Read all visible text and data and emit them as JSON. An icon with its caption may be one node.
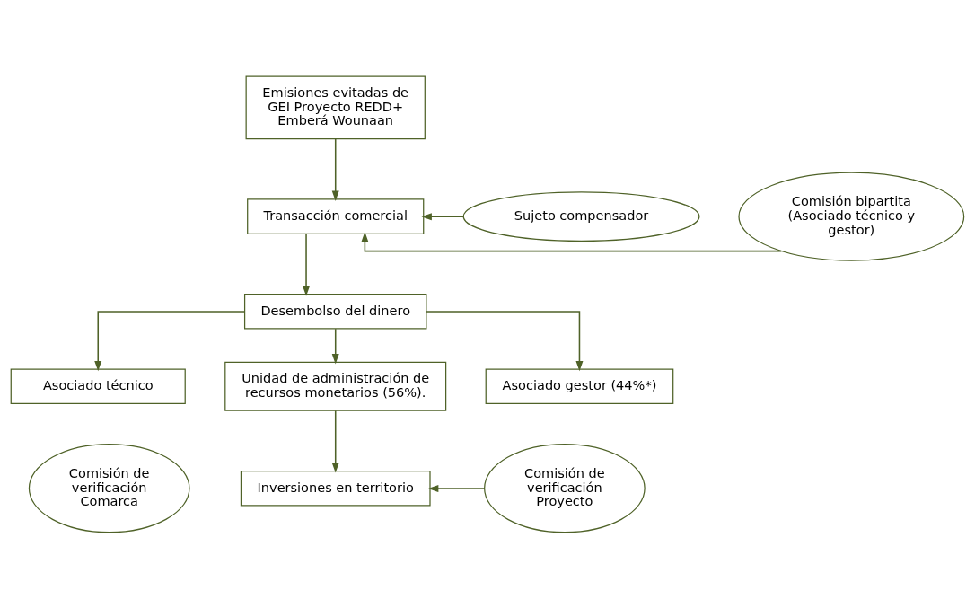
{
  "diagram": {
    "nodes": [
      {
        "text": [
          "Emisiones evitadas de GEI Proyecto REDD+ Emberá Wounaan"
        ]
      },
      {
        "text": [
          "Comisión bipartita (Asociado técnico y gestor)"
        ]
      },
      {
        "text": [
          "Transacción comercial"
        ]
      },
      {
        "text": [
          "Sujeto compensador"
        ]
      },
      {
        "text": [
          "Desembolso del dinero"
        ]
      },
      {
        "text": [
          "Asociado técnico"
        ]
      },
      {
        "text": [
          "Unidad de administración de recursos monetarios (56%)."
        ]
      },
      {
        "text": [
          "Asociado gestor (44%*)"
        ]
      },
      {
        "text": [
          "Comisión de verificación Comarca"
        ]
      },
      {
        "text": [
          "Comisión de verificación Proyecto"
        ]
      },
      {
        "text": [
          "Inversiones en territorio"
        ]
      }
    ],
    "edges": [
      {
        "from": 0,
        "to": 2,
        "arrow": "to"
      },
      {
        "from": 1,
        "to": 2,
        "arrow": "to"
      },
      {
        "from": 3,
        "to": 2,
        "arrow": "to"
      },
      {
        "from": 2,
        "to": 4,
        "arrow": "to"
      },
      {
        "from": 4,
        "to": 5,
        "arrow": "to"
      },
      {
        "from": 4,
        "to": 6,
        "arrow": "to"
      },
      {
        "from": 4,
        "to": 7,
        "arrow": "to"
      },
      {
        "from": 6,
        "to": 10,
        "arrow": "to"
      },
      {
        "from": 9,
        "to": 10,
        "arrow": "to"
      }
    ]
  }
}
